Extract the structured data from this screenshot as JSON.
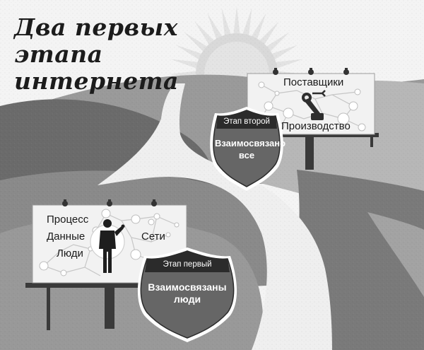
{
  "title": {
    "line1": "Два первых этапа",
    "line2": "интернета"
  },
  "billboard_right": {
    "labels": [
      "Поставщики",
      "Производство"
    ],
    "icon": "robot-arm-icon"
  },
  "billboard_left": {
    "labels": [
      "Процесс",
      "Данные",
      "Люди",
      "Сети"
    ],
    "icon": "person-icon"
  },
  "shield_second": {
    "caption": "Этап второй",
    "line1": "Взаимосвязано",
    "line2": "все"
  },
  "shield_first": {
    "caption": "Этап первый",
    "line1": "Взаимосвязаны",
    "line2": "люди"
  },
  "colors": {
    "road": "#f0f0f0",
    "hill_dark": "#6e6e6e",
    "hill_mid": "#8f8f8f",
    "hill_light": "#a6a6a6",
    "shield": "#666666",
    "shield_band": "#2b2b2b",
    "billboard_face": "#f2f2f2",
    "post": "#3a3a3a"
  }
}
